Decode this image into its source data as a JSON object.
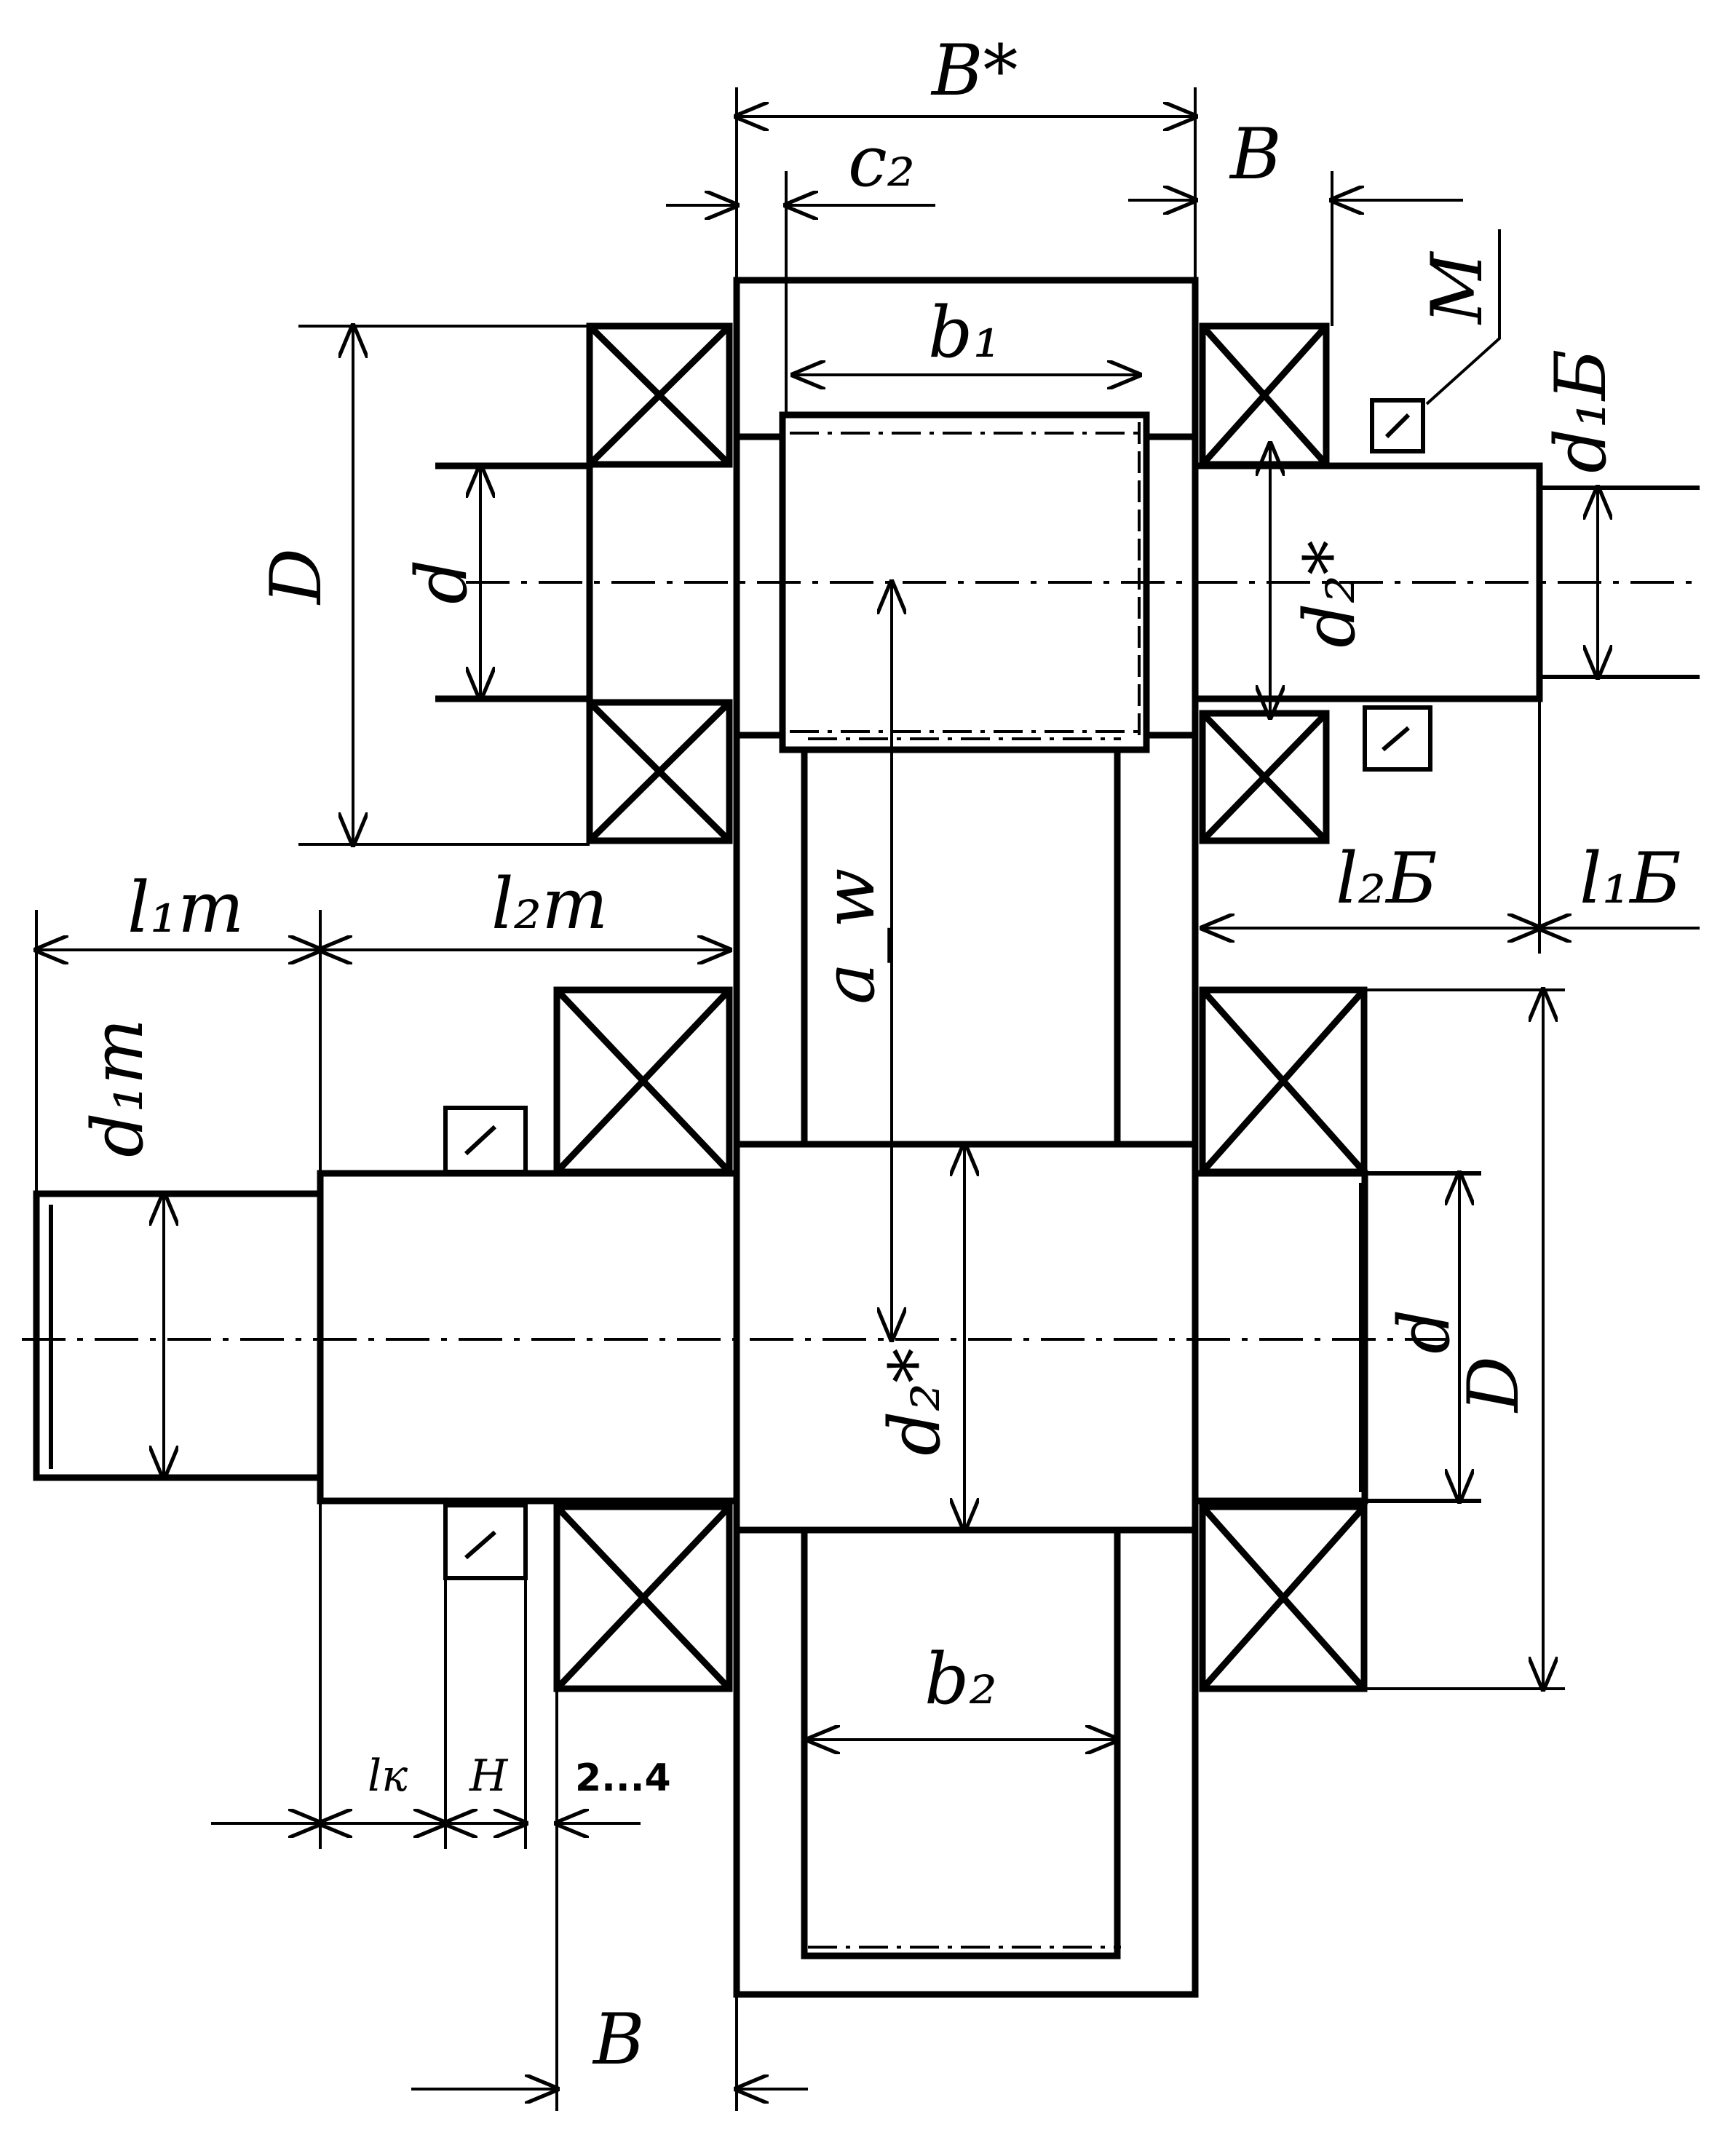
{
  "labels": {
    "B_star": "B*",
    "c2": "c₂",
    "B_top": "B",
    "M": "M",
    "d1B": "d₁Б",
    "b1": "b₁",
    "D_left": "D",
    "d_left": "d",
    "d2_star_top": "d₂*",
    "l2B": "l₂Б",
    "l1B": "l₁Б",
    "l1T": "l₁т",
    "l2T": "l₂т",
    "aw": "a_w",
    "d1T": "d₁т",
    "d2_star_center": "d₂*",
    "d_right": "d",
    "D_right": "D",
    "b2": "b₂",
    "lk": "lк",
    "H": "H",
    "range_2_4": "2...4",
    "B_bottom": "B"
  }
}
